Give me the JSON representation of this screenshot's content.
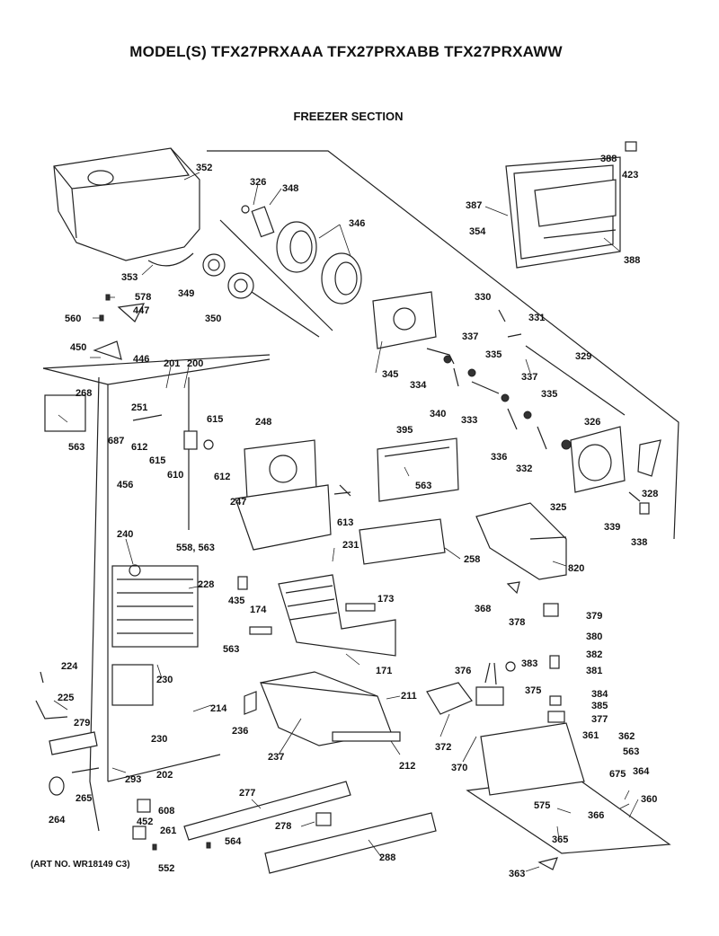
{
  "header": {
    "title": "MODEL(S) TFX27PRXAAA TFX27PRXABB TFX27PRXAWW"
  },
  "section": {
    "title": "FREEZER SECTION"
  },
  "art_number": "(ART NO. WR18149 C3)",
  "callouts": [
    "352",
    "326",
    "348",
    "346",
    "388",
    "423",
    "387",
    "354",
    "388",
    "353",
    "349",
    "350",
    "578",
    "447",
    "560",
    "450",
    "446",
    "330",
    "331",
    "345",
    "337",
    "335",
    "329",
    "334",
    "340",
    "333",
    "337",
    "335",
    "326",
    "201",
    "200",
    "268",
    "251",
    "687",
    "612",
    "615",
    "610",
    "615",
    "612",
    "248",
    "563",
    "395",
    "456",
    "563",
    "336",
    "332",
    "325",
    "328",
    "339",
    "338",
    "613",
    "247",
    "240",
    "558, 563",
    "231",
    "258",
    "820",
    "228",
    "435",
    "173",
    "174",
    "368",
    "378",
    "379",
    "380",
    "382",
    "381",
    "383",
    "376",
    "375",
    "384",
    "385",
    "377",
    "563",
    "171",
    "230",
    "224",
    "225",
    "211",
    "279",
    "214",
    "236",
    "230",
    "237",
    "212",
    "372",
    "370",
    "361",
    "362",
    "563",
    "675",
    "364",
    "202",
    "293",
    "265",
    "264",
    "277",
    "608",
    "452",
    "261",
    "278",
    "564",
    "552",
    "288",
    "575",
    "366",
    "365",
    "360",
    "363"
  ]
}
